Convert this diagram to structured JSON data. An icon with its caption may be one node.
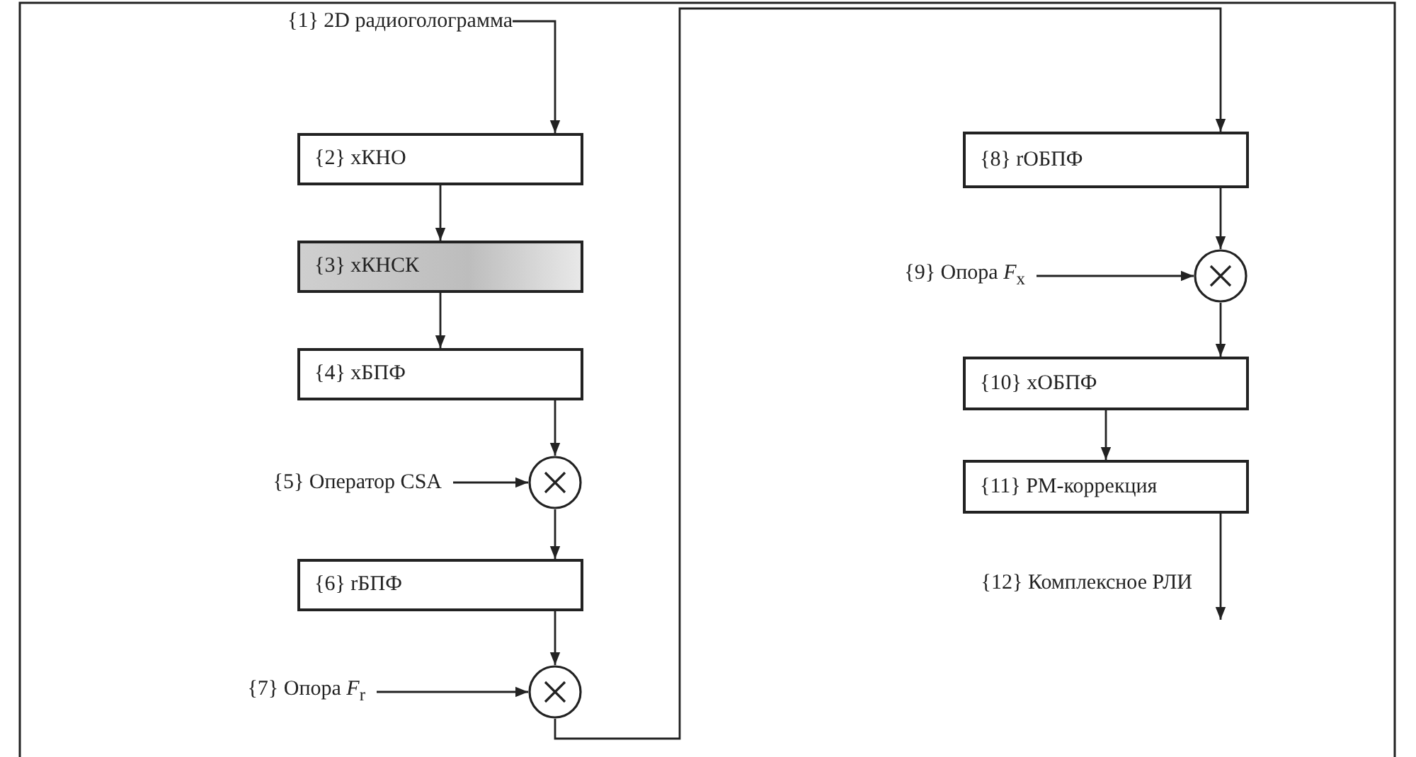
{
  "diagram": {
    "nodes": [
      {
        "text": [
          "{1} 2D радиоголограмма"
        ]
      },
      {
        "text": [
          "{2} xКНО"
        ]
      },
      {
        "text": [
          "{3} xКНСК"
        ]
      },
      {
        "text": [
          "{4} xБПФ"
        ]
      },
      {
        "text": [
          "{5} Оператор CSA"
        ]
      },
      {
        "text": [],
        "shape": "circle"
      },
      {
        "text": [
          "{6} rБПФ"
        ]
      },
      {
        "text": [
          "{7} Опора *F*$_{r}$"
        ]
      },
      {
        "text": [],
        "shape": "circle"
      },
      {
        "text": [
          "{8} rОБПФ"
        ]
      },
      {
        "text": [
          "{9} Опора *F*$_{x}$"
        ]
      },
      {
        "text": [],
        "shape": "circle"
      },
      {
        "text": [
          "{10} xОБПФ"
        ]
      },
      {
        "text": [
          "{11} РМ-коррекция"
        ]
      },
      {
        "text": [
          "{12} Комплексное РЛИ"
        ]
      }
    ],
    "edges": [
      {
        "from": 0,
        "to": 1,
        "arrow": "to"
      },
      {
        "from": 1,
        "to": 2,
        "arrow": "to"
      },
      {
        "from": 2,
        "to": 3,
        "arrow": "to"
      },
      {
        "from": 3,
        "to": 5,
        "arrow": "to"
      },
      {
        "from": 4,
        "to": 5,
        "arrow": "to"
      },
      {
        "from": 5,
        "to": 6,
        "arrow": "to"
      },
      {
        "from": 6,
        "to": 8,
        "arrow": "to"
      },
      {
        "from": 7,
        "to": 8,
        "arrow": "to"
      },
      {
        "from": 8,
        "to": 9,
        "arrow": "to"
      },
      {
        "from": 9,
        "to": 11,
        "arrow": "to"
      },
      {
        "from": 10,
        "to": 11,
        "arrow": "to"
      },
      {
        "from": 11,
        "to": 12,
        "arrow": "to"
      },
      {
        "from": 12,
        "to": 13,
        "arrow": "to"
      },
      {
        "from": 13,
        "to": 14,
        "arrow": "to"
      }
    ]
  }
}
